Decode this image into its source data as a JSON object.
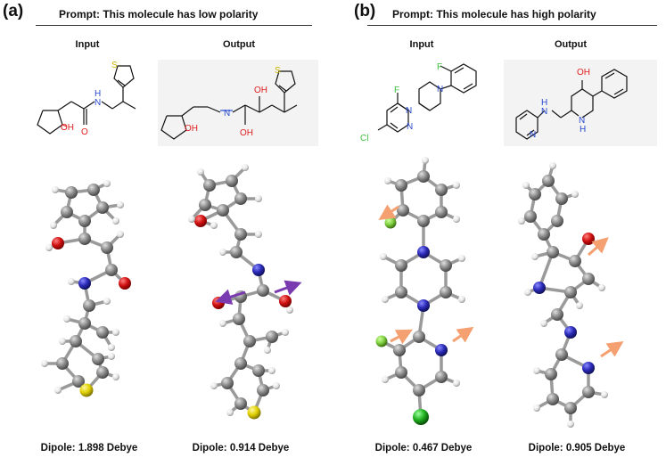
{
  "panels": [
    {
      "label": "(a)",
      "prompt": "Prompt: This molecule has low polarity",
      "input_title": "Input",
      "output_title": "Output",
      "input_dipole": "Dipole: 1.898 Debye",
      "output_dipole": "Dipole: 0.914 Debye",
      "input_atoms": {
        "oh": "OH",
        "o": "O",
        "h": "H",
        "n": "N",
        "s": "S"
      },
      "output_atoms": {
        "oh1": "OH",
        "n": "N",
        "oh2": "OH",
        "oh3": "OH",
        "s": "S"
      }
    },
    {
      "label": "(b)",
      "prompt": "Prompt: This molecule has high polarity",
      "input_title": "Input",
      "output_title": "Output",
      "input_dipole": "Dipole: 0.467 Debye",
      "output_dipole": "Dipole: 0.905 Debye",
      "input_atoms": {
        "f1": "F",
        "f2": "F",
        "n1": "N",
        "n2": "N",
        "n3": "N",
        "cl": "Cl"
      },
      "output_atoms": {
        "oh": "OH",
        "h": "H",
        "n1": "N",
        "n2": "N",
        "h2": "H",
        "n3": "N"
      }
    }
  ],
  "colors": {
    "carbon": "#8a8a8a",
    "oxygen": "#d01010",
    "nitrogen": "#2a2ab8",
    "sulfur": "#e0d000",
    "fluorine": "#7fd040",
    "chlorine": "#1fb020",
    "hydrogen": "#f2f2f2",
    "bond_text_oxygen": "#e02020",
    "bond_text_nitrogen": "#2a4ad0",
    "bond_text_sulfur": "#c8b400",
    "bond_text_halogen": "#3cc03c",
    "arrow_purple": "#7a3ab0",
    "arrow_orange": "#f4a070"
  }
}
